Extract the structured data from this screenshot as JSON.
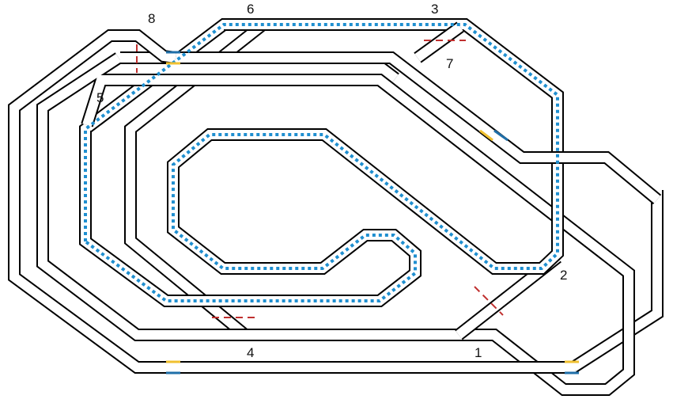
{
  "diagram": {
    "labels": [
      "1",
      "2",
      "3",
      "4",
      "5",
      "6",
      "7",
      "8"
    ],
    "colors": {
      "track": "#000000",
      "route_dots": "#1f8fd0",
      "marker_yellow": "#f0c030",
      "marker_blue": "#1f6fa8",
      "cut_line": "#c0302f"
    }
  }
}
